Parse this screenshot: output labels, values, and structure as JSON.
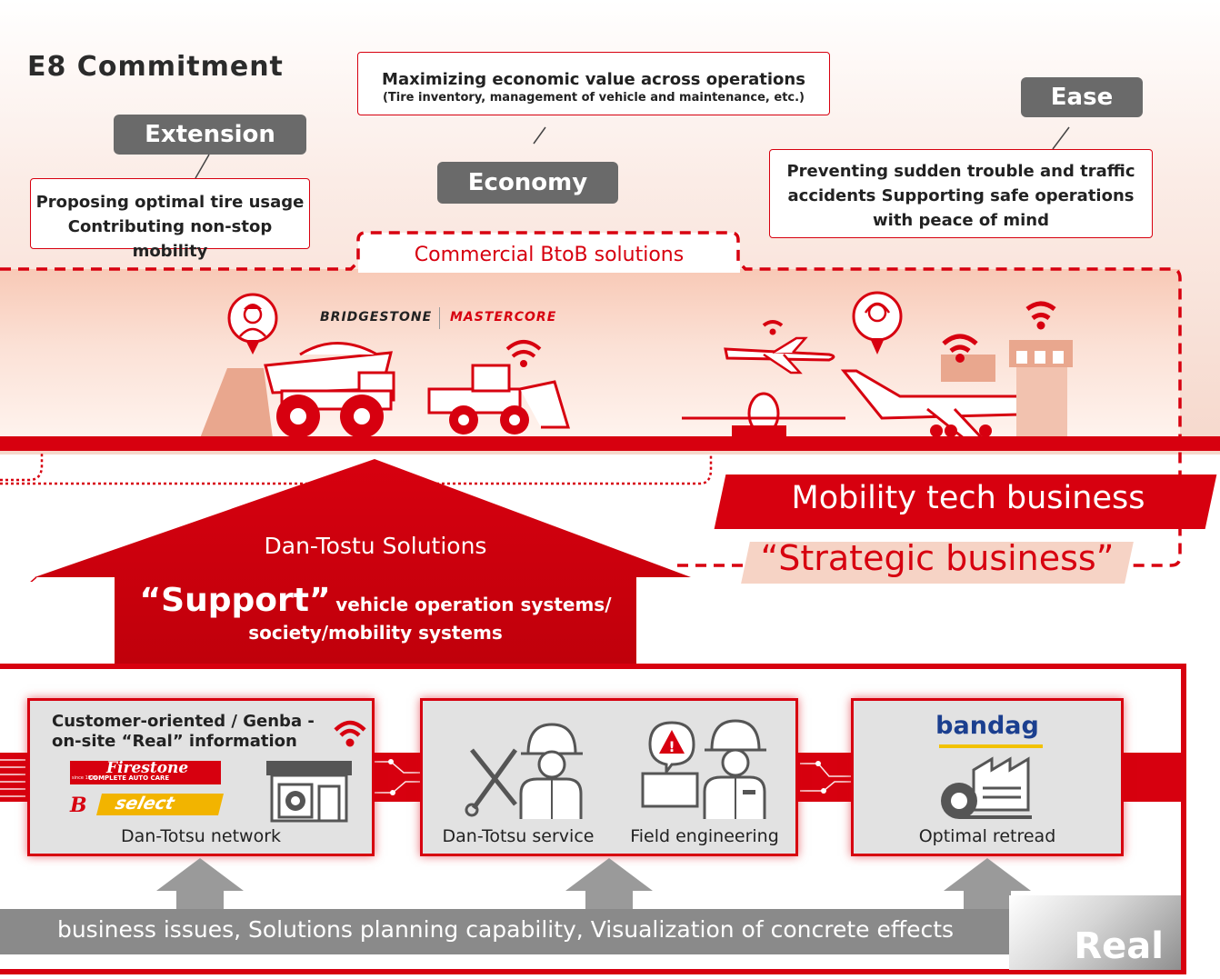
{
  "title": "E8 Commitment",
  "pillars": {
    "extension": "Extension",
    "economy": "Economy",
    "ease": "Ease"
  },
  "callouts": {
    "extension_line1": "Proposing optimal tire usage",
    "extension_line2": "Contributing non-stop mobility",
    "economy_line1": "Maximizing economic value across operations",
    "economy_line2": "(Tire inventory, management of vehicle and maintenance, etc.)",
    "ease_line1": "Preventing sudden trouble and traffic",
    "ease_line2": "accidents Supporting safe operations",
    "ease_line3": "with peace of mind"
  },
  "btob_label": "Commercial BtoB solutions",
  "brand_logos": {
    "bridgestone": "BRIDGESTONE",
    "mastercore": "MASTERCORE"
  },
  "mobility_tech": "Mobility tech business",
  "strategic": "“Strategic business”",
  "dan_tostu": "Dan-Tostu Solutions",
  "support": {
    "big": "“Support”",
    "line1": "vehicle operation systems/",
    "line2": "society/mobility systems"
  },
  "panels": {
    "network_header1": "Customer-oriented / Genba -",
    "network_header2": "on-site “Real” information",
    "firestone_logo": "Firestone",
    "firestone_sub": "COMPLETE AUTO CARE",
    "firestone_since": "since 1926",
    "select_logo": "select",
    "network_label": "Dan-Totsu network",
    "service_label": "Dan-Totsu service",
    "field_label": "Field engineering",
    "bandag_logo": "bandag",
    "retread_label": "Optimal retread"
  },
  "bottom_text": "business issues, Solutions planning capability, Visualization of concrete effects",
  "real": "Real",
  "colors": {
    "brand_red": "#d7000f",
    "gray_button": "#6a6a6a",
    "panel_gray": "#e2e2e2",
    "bandag_blue": "#1b3f8f",
    "bandag_yellow": "#f2c200"
  },
  "icons": [
    "worker-pin-icon",
    "dump-truck-icon",
    "wheel-loader-icon",
    "wifi-icon",
    "airplane-icon",
    "operator-pin-icon",
    "control-tower-icon",
    "shop-icon",
    "mechanic-icon",
    "warning-icon",
    "engineer-icon",
    "retread-factory-icon"
  ]
}
